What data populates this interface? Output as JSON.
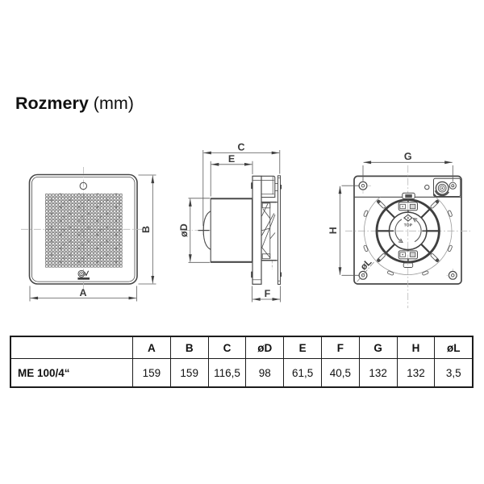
{
  "title": {
    "heading": "Rozmery",
    "unit": "(mm)"
  },
  "diagram": {
    "front_view": {
      "labels": {
        "width": "A",
        "height": "B"
      },
      "icon": "vortice-logo"
    },
    "side_view": {
      "labels": {
        "total_depth": "C",
        "duct_length": "E",
        "duct_diameter": "øD",
        "body_depth": "F"
      }
    },
    "back_view": {
      "labels": {
        "hole_spacing_horizontal": "G",
        "hole_spacing_vertical": "H",
        "hole_diameter": "øL"
      },
      "top_marking": "TOP"
    }
  },
  "table": {
    "headers": [
      "",
      "A",
      "B",
      "C",
      "øD",
      "E",
      "F",
      "G",
      "H",
      "øL"
    ],
    "rows": [
      {
        "model": "ME 100/4“",
        "values": [
          "159",
          "159",
          "116,5",
          "98",
          "61,5",
          "40,5",
          "132",
          "132",
          "3,5"
        ]
      }
    ]
  },
  "colors": {
    "line": "#4a4a4a",
    "dim_line": "#5a5a5a",
    "centerline": "#b5b5b5",
    "text": "#111111"
  }
}
